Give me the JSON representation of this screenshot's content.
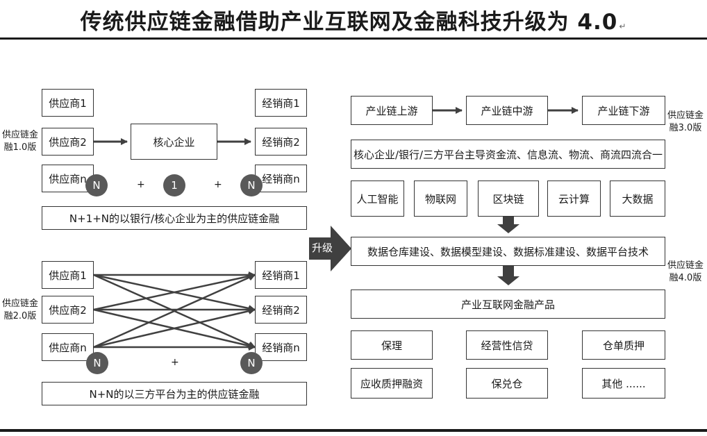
{
  "title": "传统供应链金融借助产业互联网及金融科技升级为 4.0",
  "title_mark": "↵",
  "v1": {
    "label_line1": "供应链金",
    "label_line2": "融1.0版",
    "suppliers": [
      "供应商1",
      "供应商2",
      "供应商n"
    ],
    "core": "核心企业",
    "dealers": [
      "经销商1",
      "经销商2",
      "经销商n"
    ],
    "circles": [
      "N",
      "1",
      "N"
    ],
    "plus": "+",
    "caption": "N+1+N的以银行/核心企业为主的供应链金融"
  },
  "v2": {
    "label_line1": "供应链金",
    "label_line2": "融2.0版",
    "suppliers": [
      "供应商1",
      "供应商2",
      "供应商n"
    ],
    "dealers": [
      "经销商1",
      "经销商2",
      "经销商n"
    ],
    "circles": [
      "N",
      "N"
    ],
    "plus": "+",
    "caption": "N+N的以三方平台为主的供应链金融"
  },
  "upgrade_label": "升级",
  "v3": {
    "label_line1": "供应链金",
    "label_line2": "融3.0版",
    "chain": [
      "产业链上游",
      "产业链中游",
      "产业链下游"
    ],
    "integration": "核心企业/银行/三方平台主导资金流、信息流、物流、商流四流合一"
  },
  "v4": {
    "label_line1": "供应链金",
    "label_line2": "融4.0版",
    "tech": [
      "人工智能",
      "物联网",
      "区块链",
      "云计算",
      "大数据"
    ],
    "data_build": "数据仓库建设、数据模型建设、数据标准建设、数据平台技术",
    "product": "产业互联网金融产品",
    "products": [
      "保理",
      "经营性信贷",
      "仓单质押",
      "应收质押融资",
      "保兑仓",
      "其他 ......"
    ]
  },
  "colors": {
    "arrow": "#404040",
    "border": "#333333",
    "circle": "#595959",
    "rule": "#1a1a1a"
  }
}
